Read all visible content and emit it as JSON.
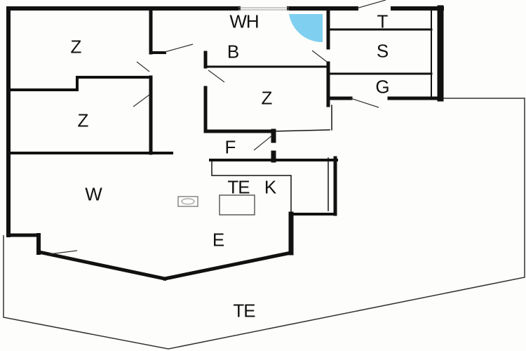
{
  "plan": {
    "rooms": [
      {
        "id": "z1",
        "label": "Z"
      },
      {
        "id": "z2",
        "label": "Z"
      },
      {
        "id": "wh",
        "label": "WH"
      },
      {
        "id": "b",
        "label": "B"
      },
      {
        "id": "z3",
        "label": "Z"
      },
      {
        "id": "t",
        "label": "T"
      },
      {
        "id": "s",
        "label": "S"
      },
      {
        "id": "g",
        "label": "G"
      },
      {
        "id": "f",
        "label": "F"
      },
      {
        "id": "te-inner",
        "label": "TE"
      },
      {
        "id": "k",
        "label": "K"
      },
      {
        "id": "w",
        "label": "W"
      },
      {
        "id": "e",
        "label": "E"
      },
      {
        "id": "te-terrace",
        "label": "TE"
      }
    ],
    "colors": {
      "wall": "#111111",
      "shower": "#7fcff0",
      "terrace": "#222222"
    }
  }
}
